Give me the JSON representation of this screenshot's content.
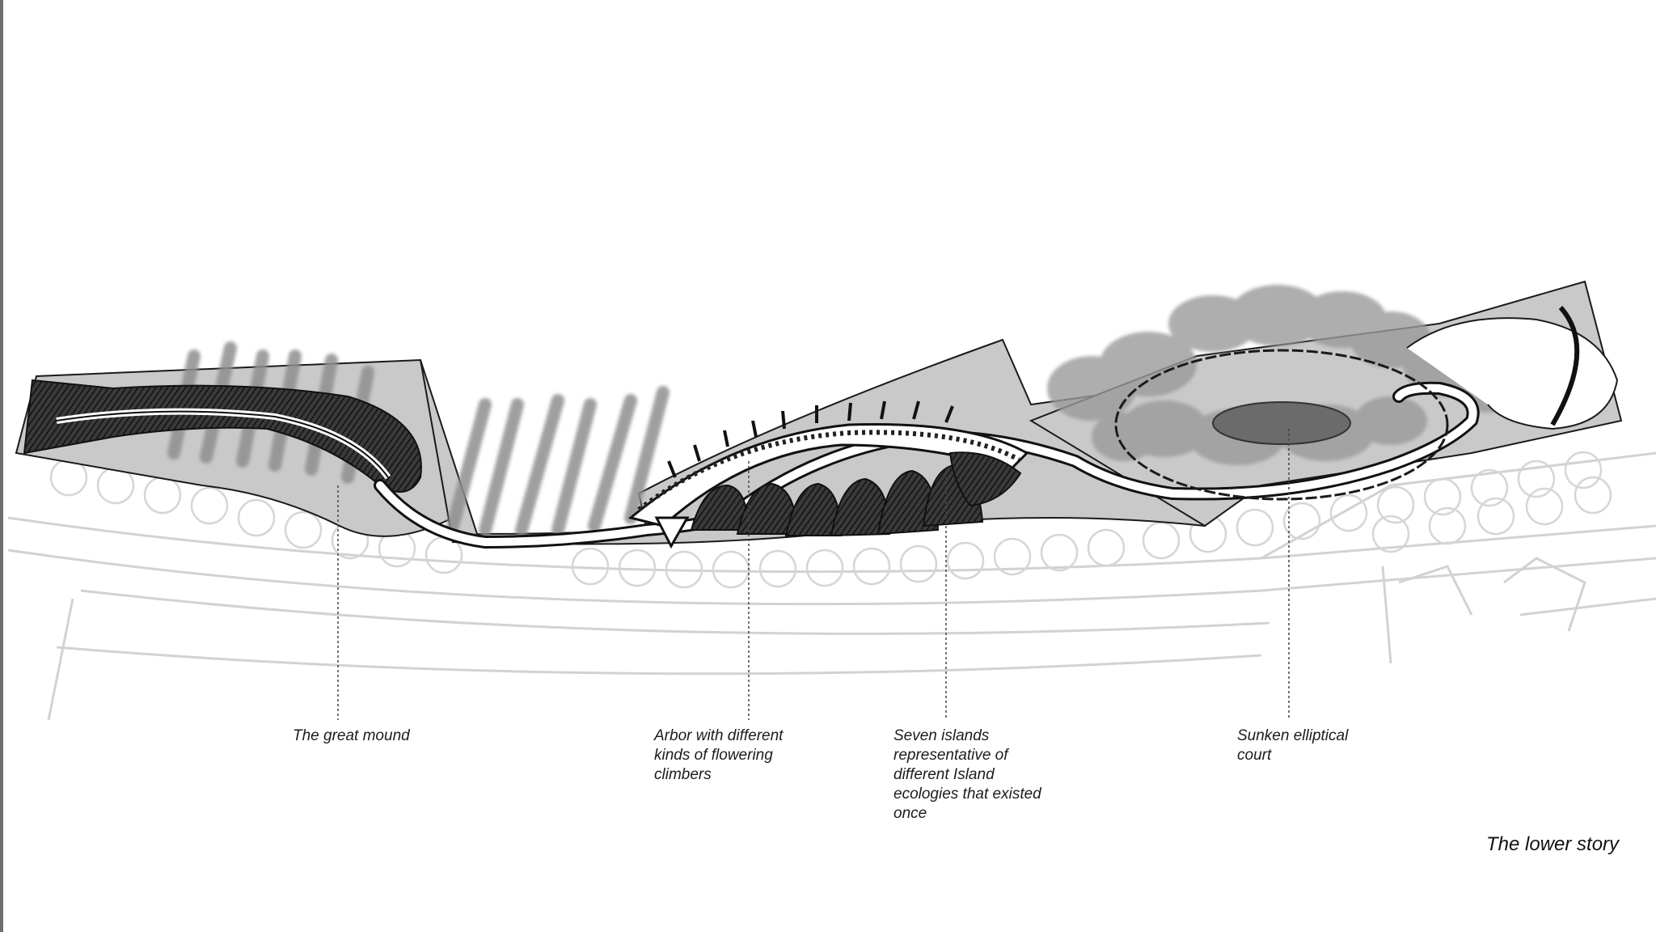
{
  "labels": {
    "great_mound": "The great mound",
    "arbor": "Arbor  with different\nkinds of flowering\nclimbers",
    "seven_islands": "Seven islands\nrepresentative of\ndifferent  Island\necologies that existed\nonce",
    "sunken_court": "Sunken elliptical\ncourt"
  },
  "caption": "The lower story",
  "colors": {
    "site_fill": "#c9c9c9",
    "outline": "#1a1a1a",
    "trees": "#8a8a8a",
    "dark_mass": "#2b2b2b",
    "base_plan": "#d0d0d0",
    "sunken_oval": "#6b6b6b"
  }
}
